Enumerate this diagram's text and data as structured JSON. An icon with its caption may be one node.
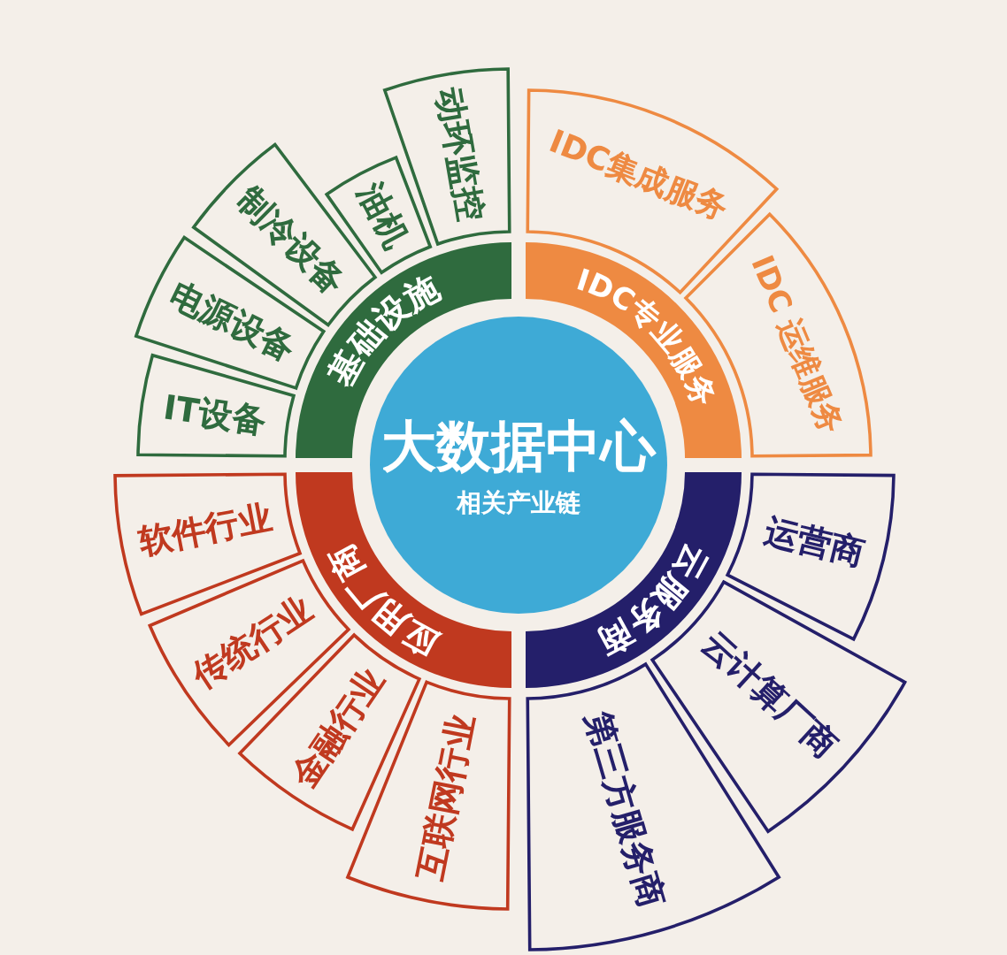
{
  "diagram": {
    "nodes": [
      {
        "text": [
          "大数据中心",
          "相关产业链"
        ]
      },
      {
        "text": [
          "基础设施"
        ]
      },
      {
        "text": [
          "IDC专业服务"
        ]
      },
      {
        "text": [
          "云服务商"
        ]
      },
      {
        "text": [
          "应用厂商"
        ]
      },
      {
        "text": [
          "IT设备"
        ]
      },
      {
        "text": [
          "电源设备"
        ]
      },
      {
        "text": [
          "制冷设备"
        ]
      },
      {
        "text": [
          "油机"
        ]
      },
      {
        "text": [
          "动环监控"
        ]
      },
      {
        "text": [
          "IDC集成服务"
        ]
      },
      {
        "text": [
          "IDC 运维服务"
        ]
      },
      {
        "text": [
          "运营商"
        ]
      },
      {
        "text": [
          "云计算厂商"
        ]
      },
      {
        "text": [
          "第三方服务商"
        ]
      },
      {
        "text": [
          "软件行业"
        ]
      },
      {
        "text": [
          "传统行业"
        ]
      },
      {
        "text": [
          "金融行业"
        ]
      },
      {
        "text": [
          "互联网行业"
        ]
      }
    ]
  }
}
